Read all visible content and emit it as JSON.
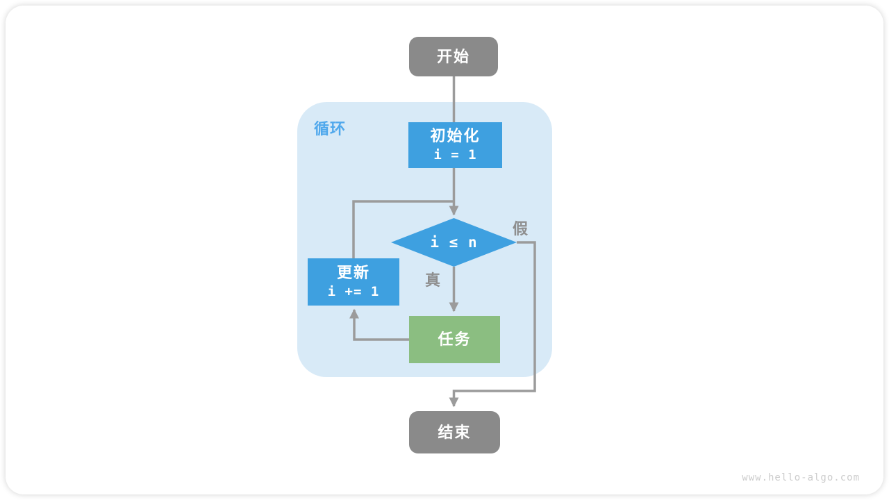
{
  "flowchart": {
    "nodes": {
      "start": {
        "label": "开始"
      },
      "init": {
        "title": "初始化",
        "code": "i = 1"
      },
      "condition": {
        "label": "i ≤ n"
      },
      "update": {
        "title": "更新",
        "code": "i += 1"
      },
      "task": {
        "label": "任务"
      },
      "end": {
        "label": "结束"
      }
    },
    "labels": {
      "loop_title": "循环",
      "true_label": "真",
      "false_label": "假"
    },
    "colors": {
      "node_blue": "#3ea0e0",
      "node_green": "#8bbe81",
      "node_gray": "#8a8a8a",
      "container_blue": "#d8eaf7",
      "loop_label_blue": "#4fa8ec",
      "edge_gray": "#9b9b9b",
      "edge_label_gray": "#8e8e8e",
      "watermark_gray": "#cccccc"
    },
    "watermark": "www.hello-algo.com"
  }
}
